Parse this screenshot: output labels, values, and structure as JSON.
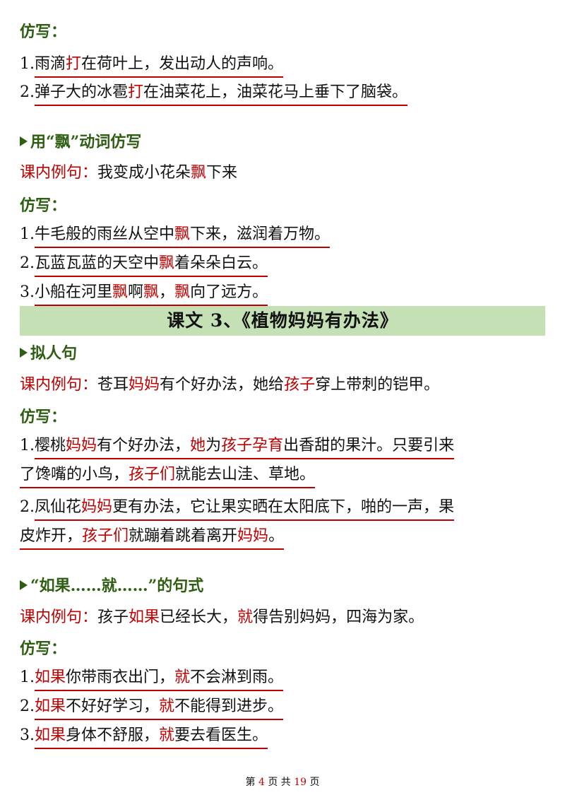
{
  "s1": {
    "label": "仿写：",
    "lines": [
      {
        "n": "1.",
        "a": "雨滴",
        "b": "打",
        "c": "在荷叶上，发出动人的声响。"
      },
      {
        "n": "2.",
        "a": "弹子大的冰雹",
        "b": "打",
        "c": "在油菜花上，油菜花马上垂下了脑袋。"
      }
    ]
  },
  "s2": {
    "heading": "用“飘”动词仿写",
    "example_label": "课内例句：",
    "example_a": "我变成小花朵",
    "example_b": "飘",
    "example_c": "下来",
    "label": "仿写：",
    "line1": {
      "n": "1.",
      "a": "牛毛般的雨丝从空中",
      "b": "飘",
      "c": "下来，滋润着万物。"
    },
    "line2": {
      "n": "2.",
      "a": "瓦蓝瓦蓝的天空中",
      "b": "飘",
      "c": "着朵朵白云。"
    },
    "line3": {
      "n": "3.",
      "a": "小船在河里",
      "b": "飘",
      "c": "啊",
      "d": "飘",
      "e": "，",
      "f": "飘",
      "g": "向了远方。"
    }
  },
  "banner": "课文 3、《植物妈妈有办法》",
  "s3": {
    "heading": "拟人句",
    "example_label": "课内例句：",
    "ex": {
      "a": "苍耳",
      "b": "妈妈",
      "c": "有个好办法，她给",
      "d": "孩子",
      "e": "穿上带刺的铠甲。"
    },
    "label": "仿写：",
    "p1l1": {
      "n": "1.",
      "a": "樱桃",
      "b": "妈妈",
      "c": "有个好办法，",
      "d": "她",
      "e": "为",
      "f": "孩子孕育",
      "g": "出香甜的果汁。只要引来"
    },
    "p1l2": {
      "a": "了馋嘴的小鸟，",
      "b": "孩子们",
      "c": "就能去山洼、草地。"
    },
    "p2l1": {
      "n": "2.",
      "a": "凤仙花",
      "b": "妈妈",
      "c": "更有办法，它让果实晒在太阳底下，啪的一声，果"
    },
    "p2l2": {
      "a": "皮炸开，",
      "b": "孩子们",
      "c": "就蹦着跳着离开",
      "d": "妈妈",
      "e": "。"
    }
  },
  "s4": {
    "heading": "“如果……就……”的句式",
    "example_label": "课内例句：",
    "ex": {
      "a": "孩子",
      "b": "如果",
      "c": "已经长大，",
      "d": "就",
      "e": "得告别妈妈，四海为家。"
    },
    "label": "仿写：",
    "lines": [
      {
        "n": "1.",
        "a": "如果",
        "b": "你带雨衣出门，",
        "c": "就",
        "d": "不会淋到雨。"
      },
      {
        "n": "2.",
        "a": "如果",
        "b": "不好好学习，",
        "c": "就",
        "d": "不能得到进步。"
      },
      {
        "n": "3.",
        "a": "如果",
        "b": "身体不舒服，",
        "c": "就",
        "d": "要去看医生。"
      }
    ]
  },
  "footer": {
    "pre": "第",
    "page": "4",
    "mid": "页 共",
    "total": "19",
    "post": "页"
  }
}
